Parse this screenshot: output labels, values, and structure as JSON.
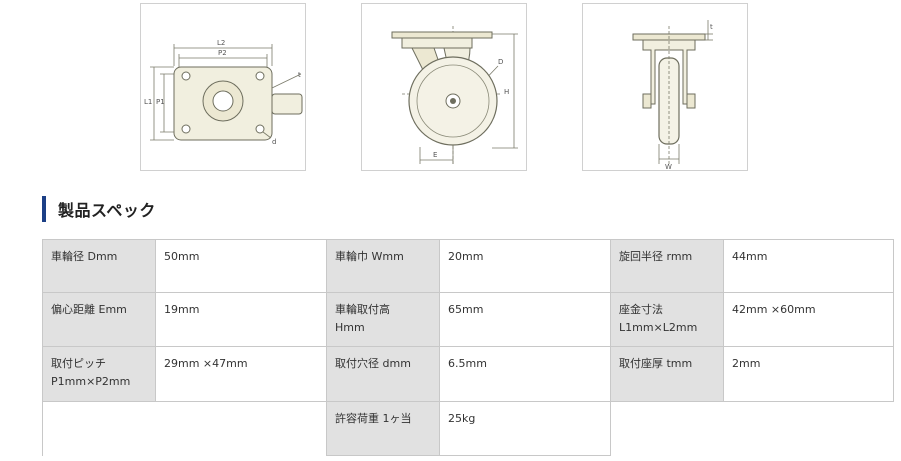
{
  "figures": {
    "top_view": {
      "dims": [
        "L2",
        "P2",
        "L1",
        "P1",
        "t",
        "d"
      ]
    },
    "side_view": {
      "dims": [
        "H",
        "D",
        "E"
      ]
    },
    "front_view": {
      "dims": [
        "t",
        "W"
      ]
    }
  },
  "section": {
    "title": "製品スペック"
  },
  "spec": {
    "row1": [
      {
        "label": "車輪径 Dmm",
        "value": "50mm"
      },
      {
        "label": "車輪巾 Wmm",
        "value": "20mm"
      },
      {
        "label": "旋回半径 rmm",
        "value": "44mm"
      }
    ],
    "row2": [
      {
        "label": "偏心距離 Emm",
        "value": "19mm"
      },
      {
        "label": "車輪取付高\nHmm",
        "value": "65mm"
      },
      {
        "label": "座金寸法\nL1mm×L2mm",
        "value": "42mm ×60mm"
      }
    ],
    "row3": [
      {
        "label": "取付ピッチ\nP1mm×P2mm",
        "value": "29mm ×47mm"
      },
      {
        "label": "取付穴径 dmm",
        "value": "6.5mm"
      },
      {
        "label": "取付座厚 tmm",
        "value": "2mm"
      }
    ],
    "row4": [
      {
        "label": "許容荷重 1ヶ当",
        "value": "25kg"
      }
    ]
  },
  "colors": {
    "accent": "#1c3f86",
    "label_bg": "#e1e1e1",
    "part_fill": "#f1efdf"
  }
}
